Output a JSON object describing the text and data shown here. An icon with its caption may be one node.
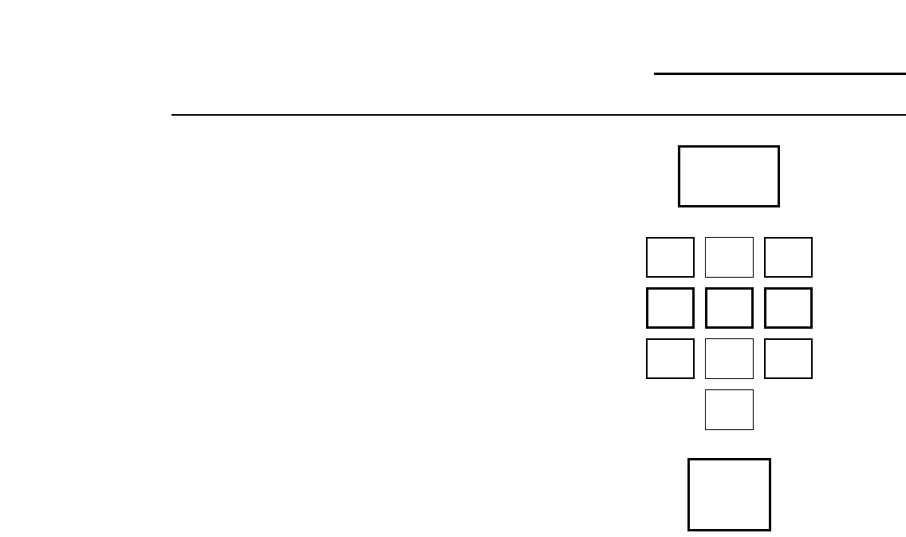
{
  "diagram": {
    "nodes": [
      {
        "text": [],
        "shape": "box"
      },
      {
        "text": [],
        "shape": "box"
      },
      {
        "text": [],
        "shape": "box"
      },
      {
        "text": [],
        "shape": "box"
      },
      {
        "text": [],
        "shape": "box"
      },
      {
        "text": [],
        "shape": "box"
      },
      {
        "text": [],
        "shape": "box"
      },
      {
        "text": [],
        "shape": "box"
      },
      {
        "text": [],
        "shape": "box"
      },
      {
        "text": [],
        "shape": "box"
      },
      {
        "text": [],
        "shape": "box"
      },
      {
        "text": [],
        "shape": "box"
      }
    ]
  }
}
